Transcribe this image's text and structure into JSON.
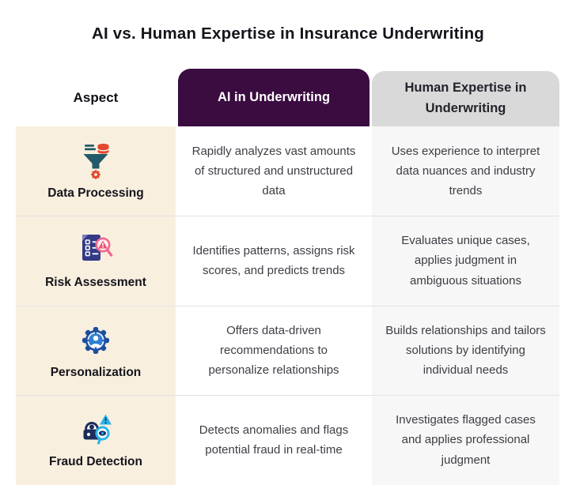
{
  "title": "AI vs. Human Expertise in Insurance Underwriting",
  "table": {
    "aspect_header": "Aspect",
    "ai_header": "AI in Underwriting",
    "human_header": "Human Expertise in Underwriting",
    "rows": [
      {
        "aspect": "Data Processing",
        "icon": "data-processing-icon",
        "ai": "Rapidly analyzes vast amounts of structured and unstructured data",
        "human": "Uses experience to interpret data nuances and industry trends"
      },
      {
        "aspect": "Risk Assessment",
        "icon": "risk-assessment-icon",
        "ai": "Identifies patterns, assigns risk scores, and predicts trends",
        "human": "Evaluates unique cases, applies judgment in ambiguous situations"
      },
      {
        "aspect": "Personalization",
        "icon": "personalization-icon",
        "ai": "Offers data-driven recommendations to personalize relationships",
        "human": "Builds relationships and tailors solutions by identifying individual needs"
      },
      {
        "aspect": "Fraud Detection",
        "icon": "fraud-detection-icon",
        "ai": "Detects anomalies and flags potential fraud in real-time",
        "human": "Investigates flagged cases and applies professional judgment"
      }
    ]
  },
  "colors": {
    "ai_header_bg": "#3A0C40",
    "ai_header_text": "#FFFFFF",
    "human_header_bg": "#D9D9D9",
    "human_header_text": "#23232B",
    "aspect_cell_bg": "#F9EFDF",
    "human_cell_bg": "#F7F7F7",
    "divider": "#E3E3E3",
    "icon_teal": "#215A68",
    "icon_red": "#E2472F",
    "icon_indigo": "#343A85",
    "icon_pink": "#F2688C",
    "icon_blue": "#1D4D9F",
    "icon_mid_blue": "#2E7FD0",
    "icon_navy": "#1C2C5B",
    "icon_cyan": "#29B4E9"
  }
}
